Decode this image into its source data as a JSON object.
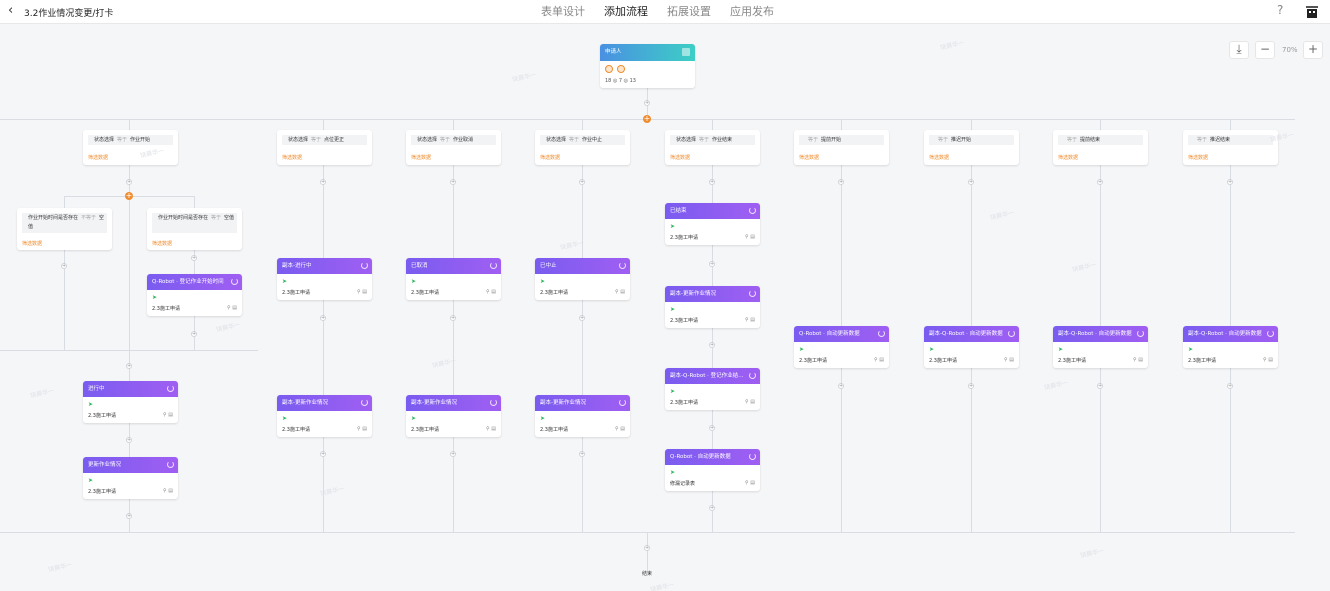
{
  "header": {
    "back": "‹",
    "title": "3.2作业情况变更/打卡",
    "tabs": [
      "表单设计",
      "添加流程",
      "拓展设置",
      "应用发布"
    ],
    "active_tab": 1,
    "help": "?"
  },
  "zoom": {
    "download": "⤓",
    "minus": "−",
    "value": "70%",
    "plus": "+"
  },
  "start": {
    "title": "申请人",
    "stats": "18 ◎ 7 ◎ 13"
  },
  "branches": [
    {
      "field": "状态选择",
      "op": "等于",
      "val": "作业开始"
    },
    {
      "field": "状态选择",
      "op": "等于",
      "val": "点位更正"
    },
    {
      "field": "状态选择",
      "op": "等于",
      "val": "作业取消"
    },
    {
      "field": "状态选择",
      "op": "等于",
      "val": "作业中止"
    },
    {
      "field": "状态选择",
      "op": "等于",
      "val": "作业结束"
    },
    {
      "field": "",
      "op": "等于",
      "val": "提前开始"
    },
    {
      "field": "",
      "op": "等于",
      "val": "推迟开始"
    },
    {
      "field": "",
      "op": "等于",
      "val": "提前结束"
    },
    {
      "field": "",
      "op": "等于",
      "val": "推迟结束"
    }
  ],
  "sub_branches": [
    {
      "field": "作业开始时间是否存在",
      "op": "不等于",
      "val": "空值"
    },
    {
      "field": "作业开始时间是否存在",
      "op": "等于",
      "val": "空值"
    }
  ],
  "filter_label": "筛选数据",
  "nodes": [
    {
      "title": "Q-Robot · 登记作业开始时间",
      "form": "2.3施工申请"
    },
    {
      "title": "进行中",
      "form": "2.3施工申请"
    },
    {
      "title": "更新作业情况",
      "form": "2.3施工申请"
    },
    {
      "title": "副本-进行中",
      "form": "2.3施工申请"
    },
    {
      "title": "副本-更新作业情况",
      "form": "2.3施工申请"
    },
    {
      "title": "已取消",
      "form": "2.3施工申请"
    },
    {
      "title": "副本-更新作业情况",
      "form": "2.3施工申请"
    },
    {
      "title": "已中止",
      "form": "2.3施工申请"
    },
    {
      "title": "副本-更新作业情况",
      "form": "2.3施工申请"
    },
    {
      "title": "已结束",
      "form": "2.3施工申请"
    },
    {
      "title": "副本-更新作业情况",
      "form": "2.3施工申请"
    },
    {
      "title": "副本-Q-Robot · 登记作业结…",
      "form": "2.3施工申请"
    },
    {
      "title": "Q-Robot · 自动更新数据",
      "form": "修漏记录表"
    },
    {
      "title": "Q-Robot · 自动更新数据",
      "form": "2.3施工申请"
    },
    {
      "title": "副本-Q-Robot · 自动更新数据",
      "form": "2.3施工申请"
    },
    {
      "title": "副本-Q-Robot · 自动更新数据",
      "form": "2.3施工申请"
    },
    {
      "title": "副本-Q-Robot · 自动更新数据",
      "form": "2.3施工申请"
    }
  ],
  "end_label": "结束",
  "watermark": "饶晨华一",
  "colors": {
    "accent": "#f08c2e",
    "node_header": "#8a5cf2",
    "start_header": "#4a90e2"
  }
}
